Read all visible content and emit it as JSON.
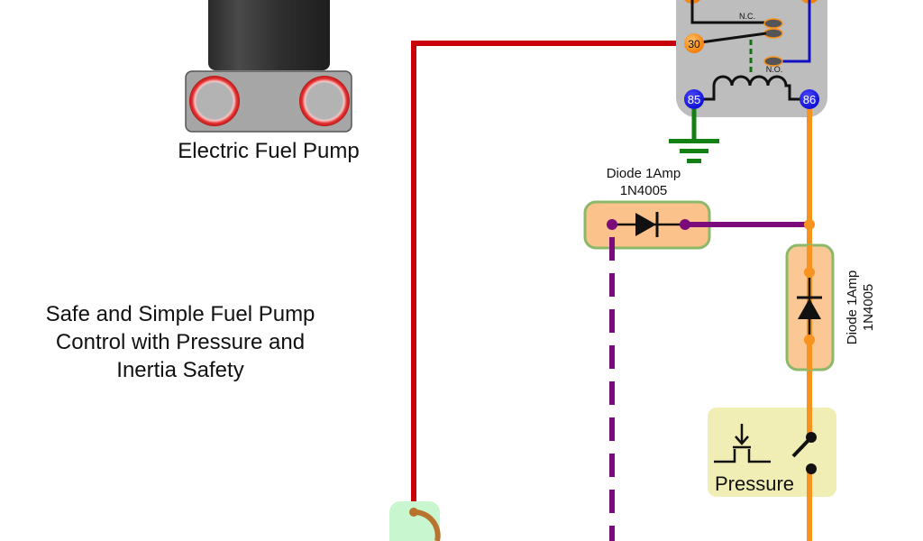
{
  "title_lines": [
    "Safe and Simple Fuel Pump",
    "Control with Pressure and",
    "Inertia Safety"
  ],
  "pump": {
    "label": "Electric Fuel Pump"
  },
  "relay": {
    "pins": {
      "p30": "30",
      "p85": "85",
      "p86": "86"
    },
    "nc_label": "N.C.",
    "no_label": "N.O."
  },
  "diode_horizontal": {
    "line1": "Diode 1Amp",
    "line2": "1N4005"
  },
  "diode_vertical": {
    "line1": "Diode 1Amp",
    "line2": "1N4005"
  },
  "pressure_switch": {
    "label": "Pressure"
  },
  "colors": {
    "wire_red": "#c8000a",
    "wire_orange": "#f7931e",
    "wire_purple": "#7b0a7b",
    "wire_blue": "#1010c0",
    "wire_green": "#138013",
    "wire_brown": "#b8732e",
    "relay_body": "#bdbdbd",
    "diode_fill": "#fbc28b",
    "diode_border": "#8cb86a",
    "pressure_fill": "#f0eeb4",
    "inertia_fill": "#c8f7cf"
  }
}
